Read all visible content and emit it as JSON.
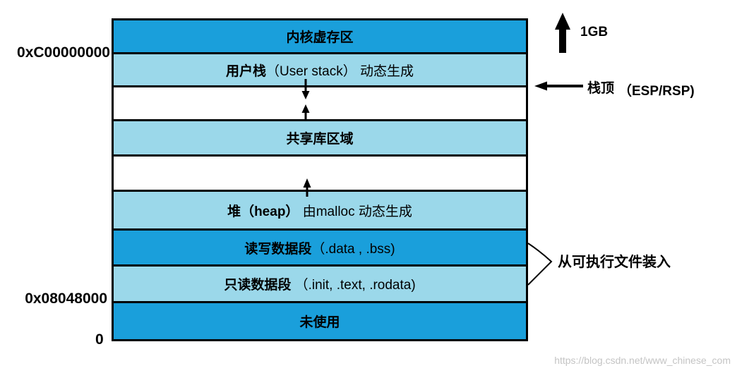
{
  "regions": [
    {
      "label": "内核虚存区",
      "fill": "#1a9fdb"
    },
    {
      "label": "用户栈",
      "detail": "（User stack） 动态生成",
      "fill": "#9bd8ea"
    },
    {
      "fill": "#ffffff"
    },
    {
      "label": "共享库区域",
      "fill": "#9bd8ea"
    },
    {
      "fill": "#ffffff"
    },
    {
      "label": "堆（heap）",
      "detail": " 由malloc 动态生成",
      "fill": "#9bd8ea"
    },
    {
      "label": "读写数据段",
      "detail": "（.data , .bss)",
      "fill": "#1a9fdb"
    },
    {
      "label": "只读数据段",
      "detail": " （.init, .text, .rodata)",
      "fill": "#9bd8ea"
    },
    {
      "label": "未使用",
      "fill": "#1a9fdb"
    }
  ],
  "addresses": {
    "kernel_start": "0xC00000000",
    "program_start": "0x08048000",
    "zero": "0"
  },
  "annotations": {
    "kernel_size": "1GB",
    "stack_top": "栈顶",
    "stack_pointer": "（ESP/RSP)",
    "loaded_from_executable": "从可执行文件装入"
  },
  "watermark": "https://blog.csdn.net/www_chinese_com",
  "colors": {
    "border": "#000000",
    "arrow": "#000000",
    "watermark": "#c4c4c4"
  }
}
